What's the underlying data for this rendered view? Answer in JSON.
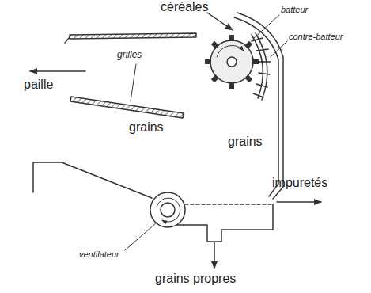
{
  "diagram": {
    "labels": [
      "céréales",
      "batteur",
      "contre-batteur",
      "grilles",
      "paille",
      "grains",
      "grains",
      "impuretés",
      "ventilateur",
      "grains propres"
    ]
  }
}
